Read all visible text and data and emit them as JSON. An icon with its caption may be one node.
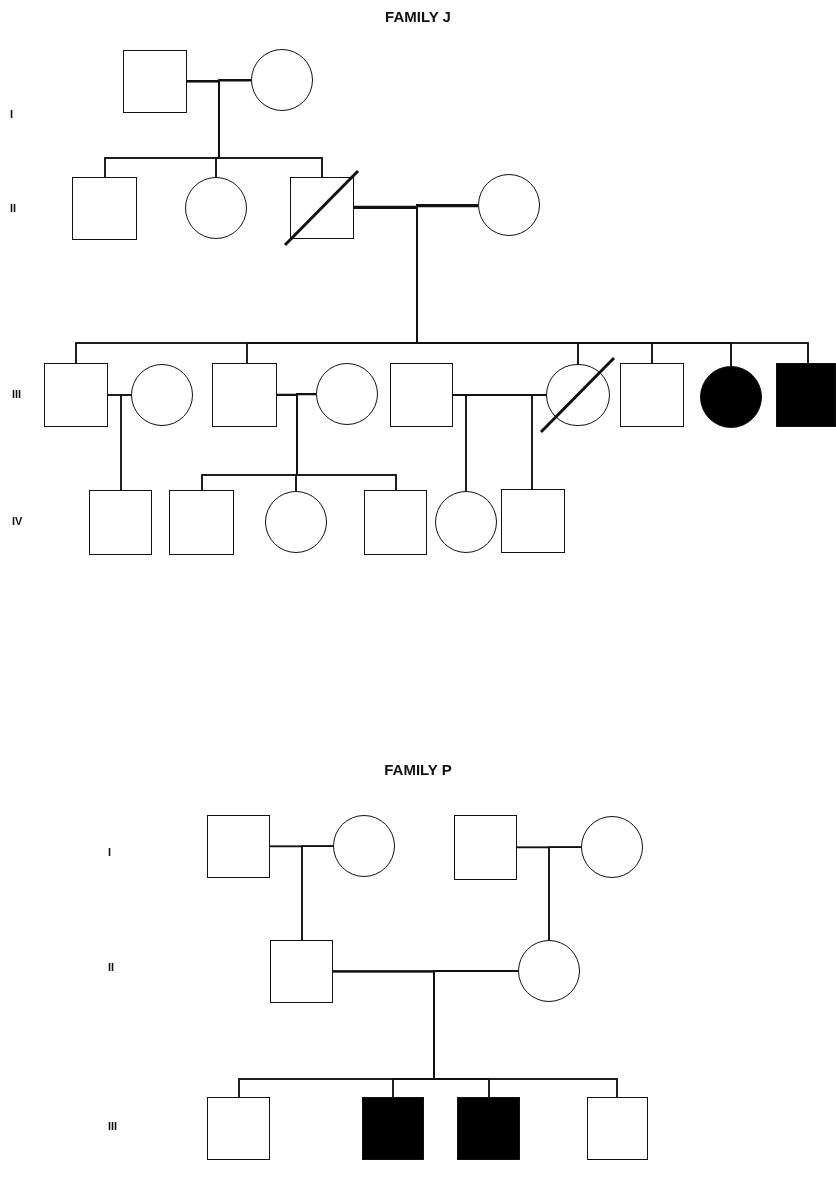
{
  "diagram": {
    "nodes": [
      {
        "text": [],
        "shape": "box"
      },
      {
        "text": [],
        "shape": "circle"
      },
      {
        "text": [],
        "shape": "box"
      },
      {
        "text": [],
        "shape": "circle"
      },
      {
        "text": [],
        "shape": "slashed-box"
      },
      {
        "text": [],
        "shape": "circle"
      },
      {
        "text": [],
        "shape": "box"
      },
      {
        "text": [],
        "shape": "circle"
      },
      {
        "text": [],
        "shape": "box"
      },
      {
        "text": [],
        "shape": "circle"
      },
      {
        "text": [],
        "shape": "box"
      },
      {
        "text": [],
        "shape": "slashed-circle"
      },
      {
        "text": [],
        "shape": "box"
      },
      {
        "text": [],
        "shape": "filled-circle"
      },
      {
        "text": [],
        "shape": "filled-box"
      },
      {
        "text": [],
        "shape": "box"
      },
      {
        "text": [],
        "shape": "box"
      },
      {
        "text": [],
        "shape": "circle"
      },
      {
        "text": [],
        "shape": "box"
      },
      {
        "text": [],
        "shape": "circle"
      },
      {
        "text": [],
        "shape": "box"
      },
      {
        "text": [],
        "shape": "box"
      },
      {
        "text": [],
        "shape": "circle"
      },
      {
        "text": [],
        "shape": "box"
      },
      {
        "text": [],
        "shape": "circle"
      },
      {
        "text": [],
        "shape": "box"
      },
      {
        "text": [],
        "shape": "circle"
      },
      {
        "text": [],
        "shape": "box"
      },
      {
        "text": [],
        "shape": "filled-box"
      },
      {
        "text": [],
        "shape": "filled-box"
      },
      {
        "text": [],
        "shape": "box"
      }
    ],
    "edges": [
      {
        "from": 0,
        "to": 1,
        "arrow": "none"
      },
      {
        "from": 4,
        "to": 5,
        "arrow": "none"
      },
      {
        "from": 6,
        "to": 7,
        "arrow": "none"
      },
      {
        "from": 8,
        "to": 9,
        "arrow": "none"
      },
      {
        "from": 10,
        "to": 11,
        "arrow": "none"
      },
      {
        "from": 21,
        "to": 22,
        "arrow": "none"
      },
      {
        "from": 23,
        "to": 24,
        "arrow": "none"
      },
      {
        "from": 25,
        "to": 26,
        "arrow": "none"
      },
      {
        "from": 0,
        "to": 2,
        "arrow": "none"
      },
      {
        "from": 1,
        "to": 2,
        "arrow": "none"
      },
      {
        "from": 0,
        "to": 3,
        "arrow": "none"
      },
      {
        "from": 1,
        "to": 3,
        "arrow": "none"
      },
      {
        "from": 0,
        "to": 4,
        "arrow": "none"
      },
      {
        "from": 1,
        "to": 4,
        "arrow": "none"
      },
      {
        "from": 4,
        "to": 6,
        "arrow": "none"
      },
      {
        "from": 5,
        "to": 6,
        "arrow": "none"
      },
      {
        "from": 4,
        "to": 8,
        "arrow": "none"
      },
      {
        "from": 5,
        "to": 8,
        "arrow": "none"
      },
      {
        "from": 4,
        "to": 11,
        "arrow": "none"
      },
      {
        "from": 5,
        "to": 11,
        "arrow": "none"
      },
      {
        "from": 4,
        "to": 12,
        "arrow": "none"
      },
      {
        "from": 5,
        "to": 12,
        "arrow": "none"
      },
      {
        "from": 4,
        "to": 13,
        "arrow": "none"
      },
      {
        "from": 5,
        "to": 13,
        "arrow": "none"
      },
      {
        "from": 4,
        "to": 14,
        "arrow": "none"
      },
      {
        "from": 5,
        "to": 14,
        "arrow": "none"
      },
      {
        "from": 6,
        "to": 15,
        "arrow": "none"
      },
      {
        "from": 7,
        "to": 15,
        "arrow": "none"
      },
      {
        "from": 8,
        "to": 16,
        "arrow": "none"
      },
      {
        "from": 9,
        "to": 16,
        "arrow": "none"
      },
      {
        "from": 8,
        "to": 17,
        "arrow": "none"
      },
      {
        "from": 9,
        "to": 17,
        "arrow": "none"
      },
      {
        "from": 8,
        "to": 18,
        "arrow": "none"
      },
      {
        "from": 9,
        "to": 18,
        "arrow": "none"
      },
      {
        "from": 10,
        "to": 19,
        "arrow": "none"
      },
      {
        "from": 11,
        "to": 19,
        "arrow": "none"
      },
      {
        "from": 10,
        "to": 20,
        "arrow": "none"
      },
      {
        "from": 11,
        "to": 20,
        "arrow": "none"
      },
      {
        "from": 21,
        "to": 25,
        "arrow": "none"
      },
      {
        "from": 22,
        "to": 25,
        "arrow": "none"
      },
      {
        "from": 23,
        "to": 26,
        "arrow": "none"
      },
      {
        "from": 24,
        "to": 26,
        "arrow": "none"
      },
      {
        "from": 25,
        "to": 27,
        "arrow": "none"
      },
      {
        "from": 26,
        "to": 27,
        "arrow": "none"
      },
      {
        "from": 25,
        "to": 28,
        "arrow": "none"
      },
      {
        "from": 26,
        "to": 28,
        "arrow": "none"
      },
      {
        "from": 25,
        "to": 29,
        "arrow": "none"
      },
      {
        "from": 26,
        "to": 29,
        "arrow": "none"
      },
      {
        "from": 25,
        "to": 30,
        "arrow": "none"
      },
      {
        "from": 26,
        "to": 30,
        "arrow": "none"
      }
    ],
    "labels": [
      "FAMILY J",
      "I",
      "II",
      "III",
      "IV",
      "FAMILY P",
      "I",
      "II",
      "III"
    ]
  }
}
